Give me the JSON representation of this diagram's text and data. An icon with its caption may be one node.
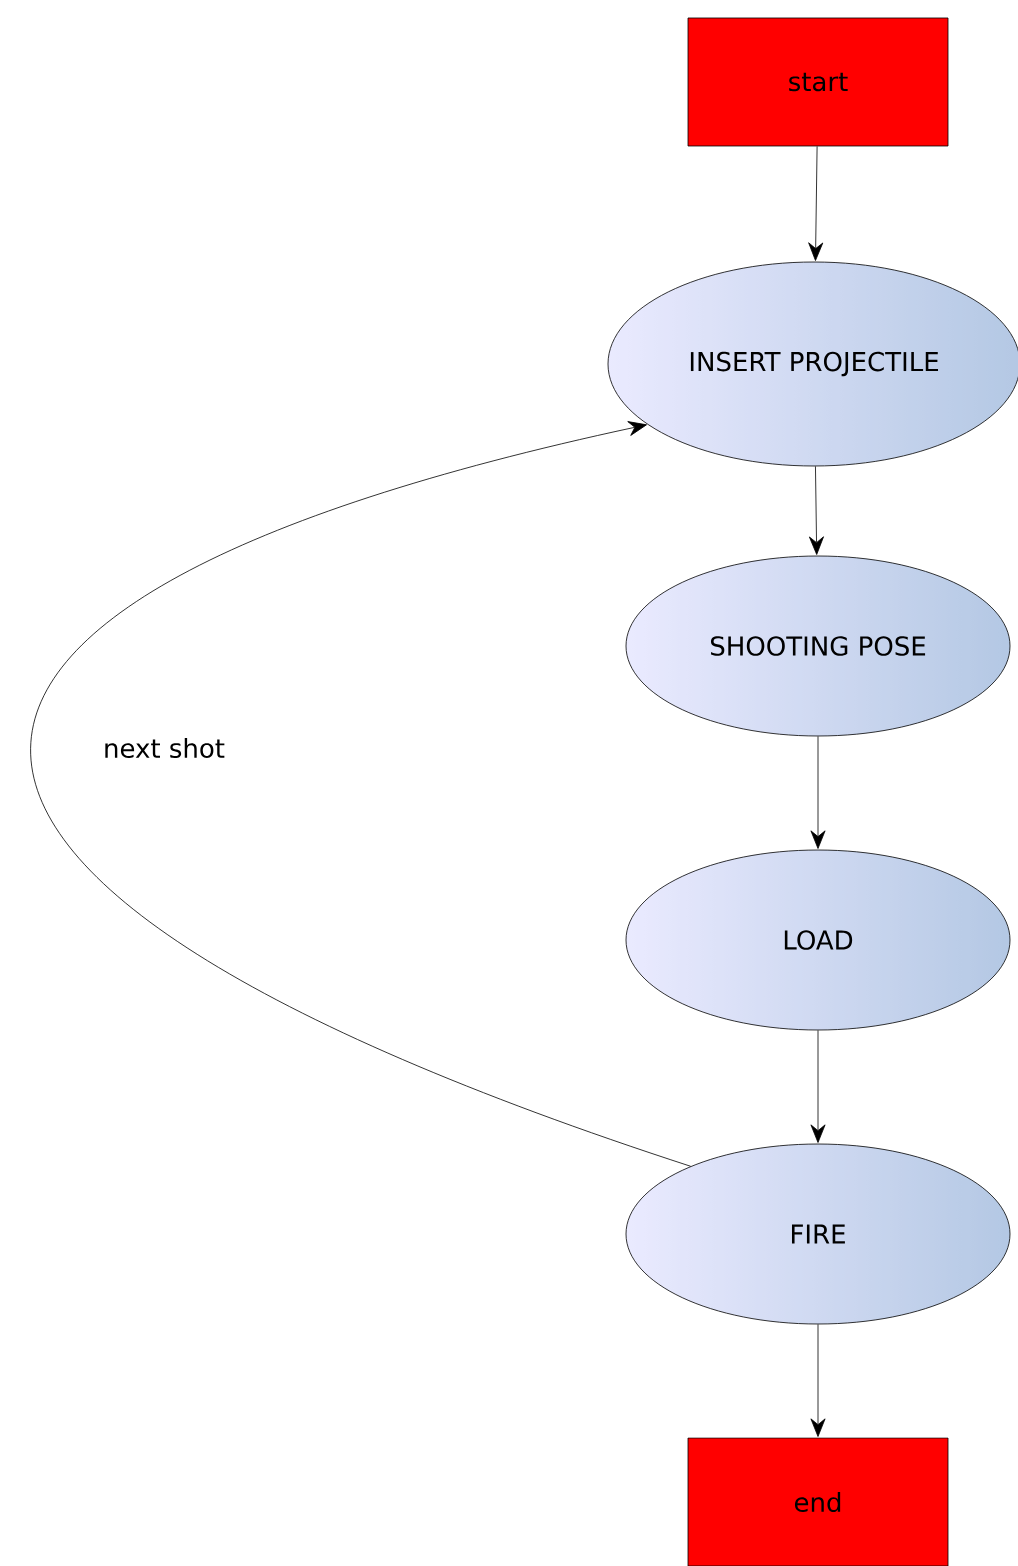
{
  "diagram": {
    "nodes": [
      {
        "text": [
          "start"
        ]
      },
      {
        "text": [
          "INSERT PROJECTILE"
        ]
      },
      {
        "text": [
          "SHOOTING POSE"
        ]
      },
      {
        "text": [
          "LOAD"
        ]
      },
      {
        "text": [
          "FIRE"
        ]
      },
      {
        "text": [
          "end"
        ]
      }
    ],
    "edges": [
      {
        "from": 0,
        "to": 1,
        "arrow": "to"
      },
      {
        "from": 1,
        "to": 2,
        "arrow": "to"
      },
      {
        "from": 2,
        "to": 3,
        "arrow": "to"
      },
      {
        "from": 3,
        "to": 4,
        "arrow": "to"
      },
      {
        "from": 4,
        "to": 5,
        "arrow": "to"
      },
      {
        "from": 4,
        "to": 1,
        "arrow": "to",
        "label": "next shot"
      }
    ]
  }
}
